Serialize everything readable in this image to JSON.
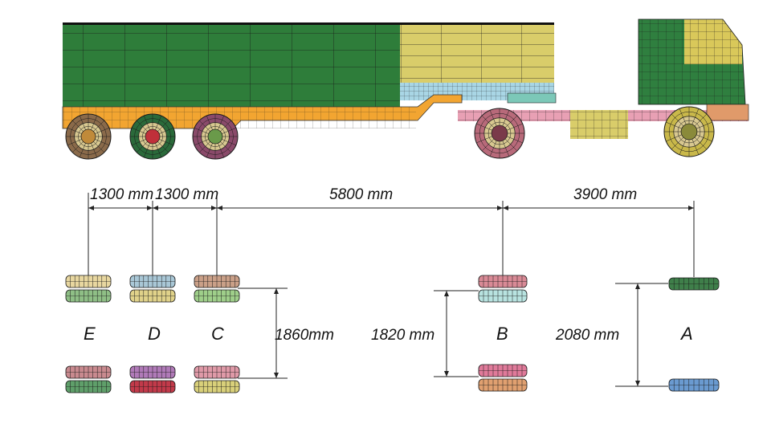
{
  "colors": {
    "trailer_green": "#2e7d3a",
    "trailer_yellow": "#d9cd6a",
    "chassis_orange": "#f2a531",
    "cab_green": "#2f7f3f",
    "cab_yellow": "#d9c85a",
    "pink": "#e8a0b4",
    "light_blue": "#a9d6e5",
    "dim_line": "#222222"
  },
  "dimensions": {
    "spacing_ED": "1300 mm",
    "spacing_DC": "1300 mm",
    "spacing_CB": "5800 mm",
    "spacing_BA": "3900 mm",
    "track_C": "1860mm",
    "track_B": "1820 mm",
    "track_A": "2080 mm"
  },
  "axles": [
    {
      "label": "E",
      "top_colors": [
        "#e8d7a0",
        "#8fbf86"
      ],
      "bottom_colors": [
        "#c98a8f",
        "#5f9f6a"
      ]
    },
    {
      "label": "D",
      "top_colors": [
        "#a9c7d6",
        "#e0d28a"
      ],
      "bottom_colors": [
        "#b07ab8",
        "#c23a4a"
      ]
    },
    {
      "label": "C",
      "top_colors": [
        "#caa088",
        "#9fcf8a"
      ],
      "bottom_colors": [
        "#e09aa8",
        "#d9d07a"
      ]
    },
    {
      "label": "B",
      "top_colors": [
        "#d98a96",
        "#b8e3e0"
      ],
      "bottom_colors": [
        "#e07a9a",
        "#e0a070"
      ]
    },
    {
      "label": "A",
      "top_colors": [
        "#3f7f4a"
      ],
      "bottom_colors": [
        "#6a9ad0"
      ]
    }
  ]
}
